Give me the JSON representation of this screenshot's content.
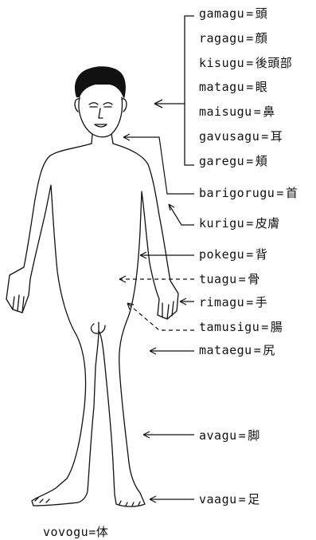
{
  "bracket_labels": [
    {
      "term": "gamagu",
      "eq": "=",
      "gloss": "頭"
    },
    {
      "term": "ragagu",
      "eq": "=",
      "gloss": "顔"
    },
    {
      "term": "kisugu",
      "eq": "=",
      "gloss": "後頭部"
    },
    {
      "term": "matagu",
      "eq": "=",
      "gloss": "眼"
    },
    {
      "term": "maisugu",
      "eq": "=",
      "gloss": "鼻"
    },
    {
      "term": "gavusagu",
      "eq": "=",
      "gloss": "耳"
    },
    {
      "term": "garegu",
      "eq": "=",
      "gloss": "頬"
    }
  ],
  "labels": [
    {
      "term": "barigorugu",
      "eq": "=",
      "gloss": "首"
    },
    {
      "term": "kurigu",
      "eq": "=",
      "gloss": "皮膚"
    },
    {
      "term": "pokegu",
      "eq": "=",
      "gloss": "背"
    },
    {
      "term": "tuagu",
      "eq": "=",
      "gloss": "骨"
    },
    {
      "term": "rimagu",
      "eq": "=",
      "gloss": "手"
    },
    {
      "term": "tamusigu",
      "eq": "=",
      "gloss": "腸"
    },
    {
      "term": "mataegu",
      "eq": "=",
      "gloss": "尻"
    },
    {
      "term": "avagu",
      "eq": "=",
      "gloss": "脚"
    },
    {
      "term": "vaagu",
      "eq": "=",
      "gloss": "足"
    }
  ],
  "caption": {
    "term": "vovogu",
    "eq": "=",
    "gloss": "体"
  },
  "colors": {
    "ink": "#111111",
    "background": "#ffffff"
  }
}
